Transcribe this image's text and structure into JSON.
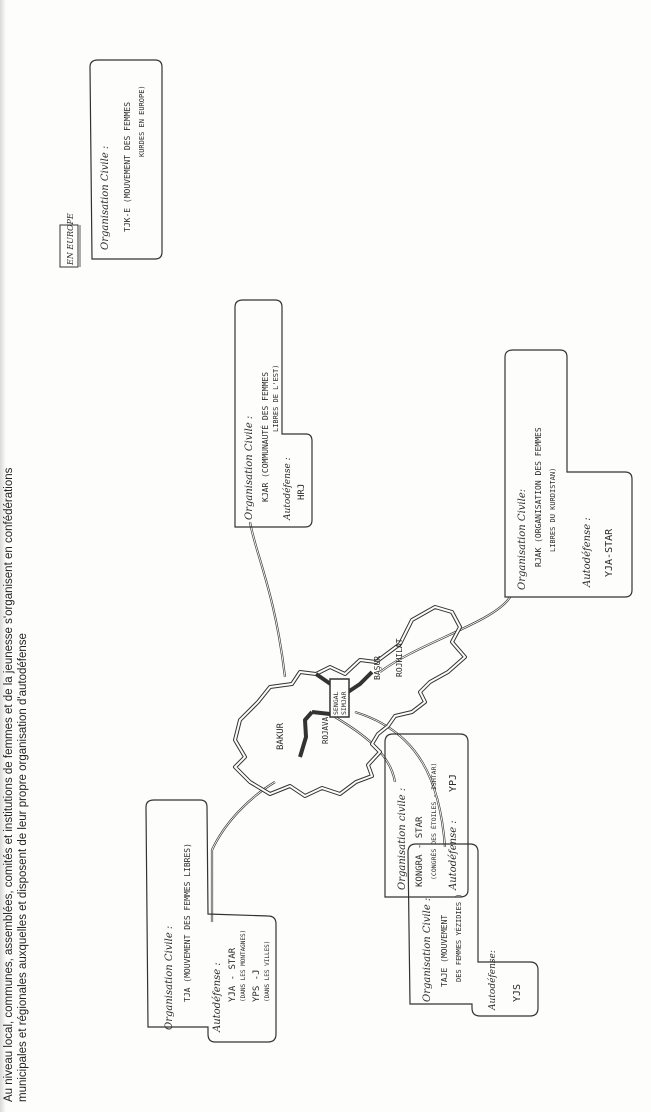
{
  "caption": {
    "line1": "Au niveau local, communes, assemblées, comités et institutions de femmes et de la jeunesse s'organisent en confédérations",
    "line2": "municipales et régionales auxquelles et disposent de leur propre organisation d'autodéfense"
  },
  "regions": {
    "bakur": "BAKUR",
    "rojava": "ROJAVA",
    "basur": "BAŞUR",
    "rojhilat": "ROJHILAT",
    "sengal_1": "SENGAL",
    "sengal_2": "SIMJAR"
  },
  "boxes": {
    "bakur": {
      "civil_label": "Organisation Civile :",
      "civil_org": "TJA (MOUVEMENT DES FEMMES LIBRES)",
      "defense_label": "Autodéfense :",
      "defense_1": "YJA - STAR",
      "defense_1_note": "(DANS LES MONTAGNES)",
      "defense_2": "YPS -J",
      "defense_2_note": "(DANS LES VILLES)"
    },
    "sengal": {
      "civil_label": "Organisation Civile :",
      "civil_org": "TAJE (MOUVEMENT",
      "civil_org_2": "DES FEMMES YÉZIDIES )",
      "defense_label": "Autodéfense:",
      "defense": "YJS"
    },
    "rojava": {
      "civil_label": "Organisation civile :",
      "civil_org": "KONGRA - STAR",
      "civil_note": "(CONGRÈS DES ÉTOILES - ISHTAR)",
      "defense_label": "Autodéfense :",
      "defense": "YPJ"
    },
    "rojhilat": {
      "civil_label": "Organisation Civile :",
      "civil_org": "KJAR (COMMUNAUTÉ DES FEMMES",
      "civil_org_2": "LIBRES DE L'EST)",
      "defense_label": "Autodéfense :",
      "defense": "HRJ"
    },
    "basur": {
      "civil_label": "Organisation Civile:",
      "civil_org": "RJAK (ORGANISATION DES FEMMES",
      "civil_org_2": "LIBRES DU KURDISTAN)",
      "defense_label": "Autodéfense :",
      "defense": "YJA-STAR"
    },
    "europe": {
      "heading": "EN EUROPE",
      "civil_label": "Organisation Civile :",
      "civil_org": "TJK-E (MOUVEMENT DES FEMMES",
      "civil_org_2": "KURDES EN EUROPE)"
    }
  }
}
